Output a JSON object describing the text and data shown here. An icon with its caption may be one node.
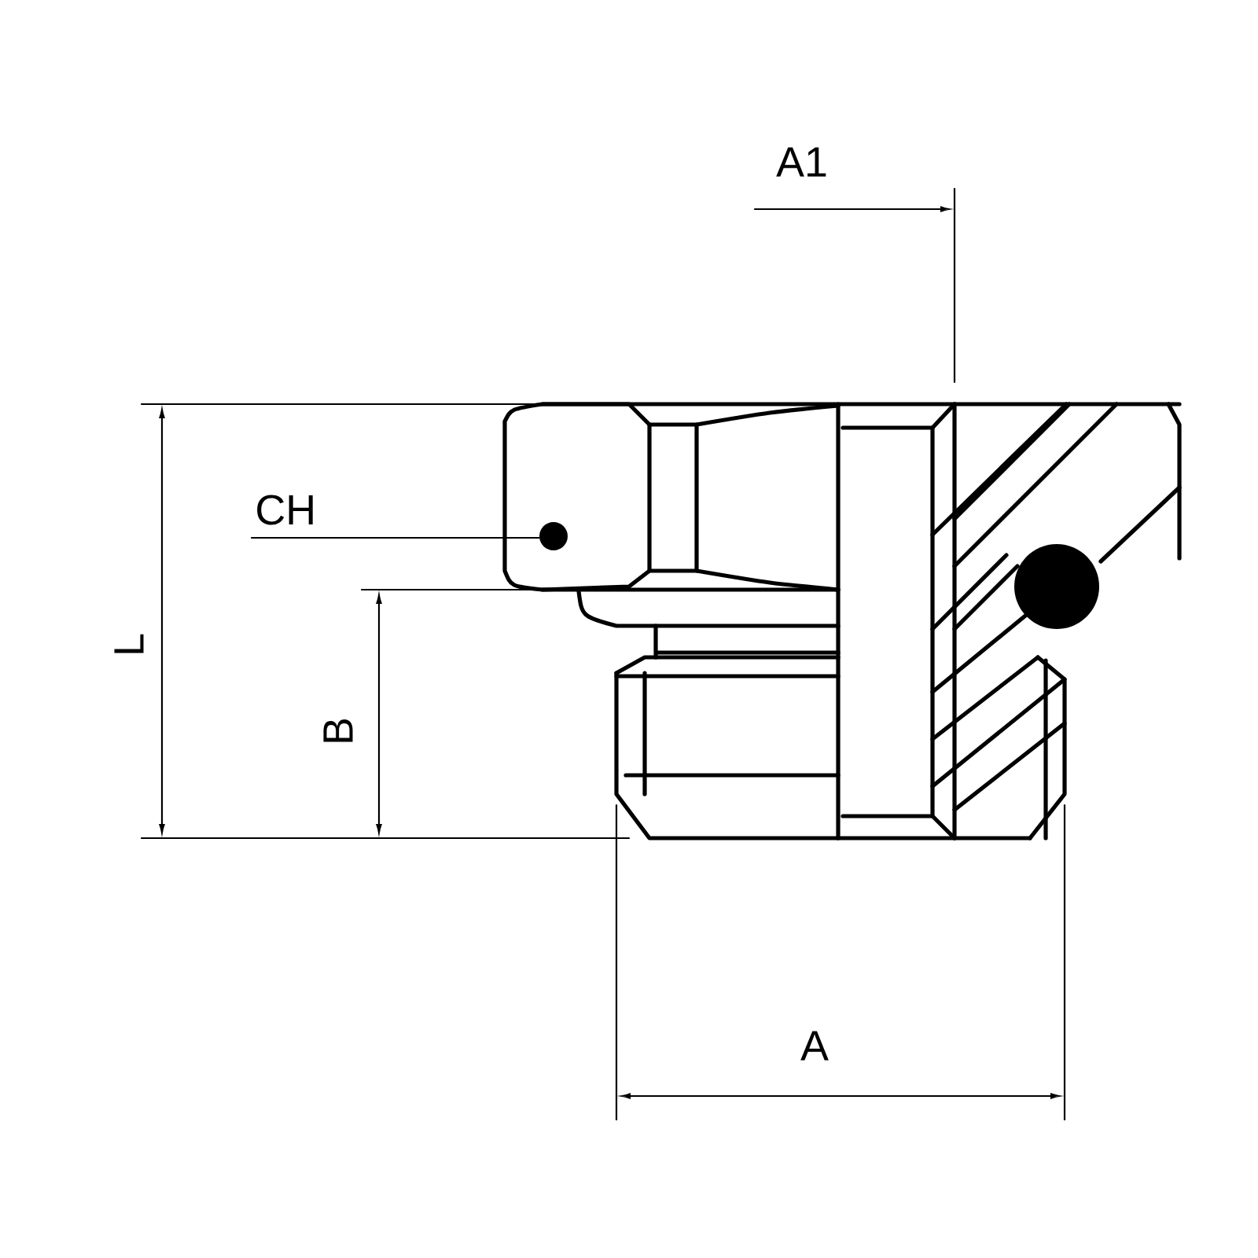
{
  "diagram": {
    "nodes": [
      {
        "text": [
          "CH"
        ]
      },
      {
        "text": [],
        "shape": "circle"
      }
    ],
    "edges": [
      {
        "from": 0,
        "to": 1,
        "arrow": "none"
      }
    ],
    "labels": [
      "A1",
      "L",
      "B",
      "A"
    ]
  }
}
